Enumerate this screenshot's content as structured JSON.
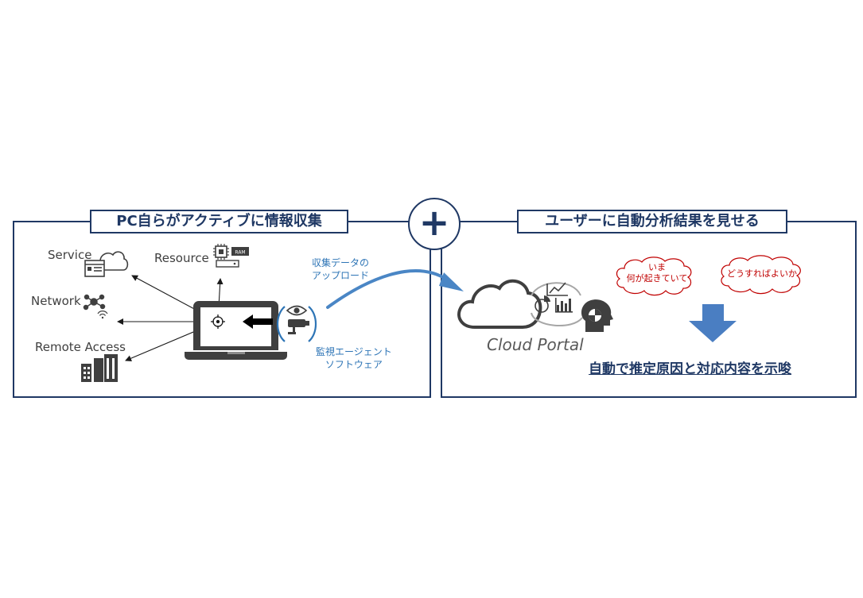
{
  "left_panel": {
    "title": "PC自らがアクティブに情報収集",
    "labels": {
      "service": "Service",
      "resource": "Resource",
      "network": "Network",
      "remote_access": "Remote Access",
      "ram": "RAM"
    },
    "upload_note": [
      "収集データの",
      "アップロード"
    ],
    "agent_note": [
      "監視エージェント",
      "ソフトウェア"
    ]
  },
  "plus_symbol": "+",
  "right_panel": {
    "title": "ユーザーに自動分析結果を見せる",
    "cloud_portal_label": "Cloud Portal",
    "bubbles": [
      {
        "lines": [
          "いま",
          "何が起きていて"
        ]
      },
      {
        "lines": [
          "どうすればよいか"
        ]
      }
    ],
    "conclusion": "自動で推定原因と対応内容を示唆"
  },
  "colors": {
    "frame": "#1f3864",
    "accent_blue": "#2e75b6",
    "arrow_blue": "#4a86c5",
    "bubble_red": "#c00000",
    "icon_gray": "#3f3f3f"
  }
}
